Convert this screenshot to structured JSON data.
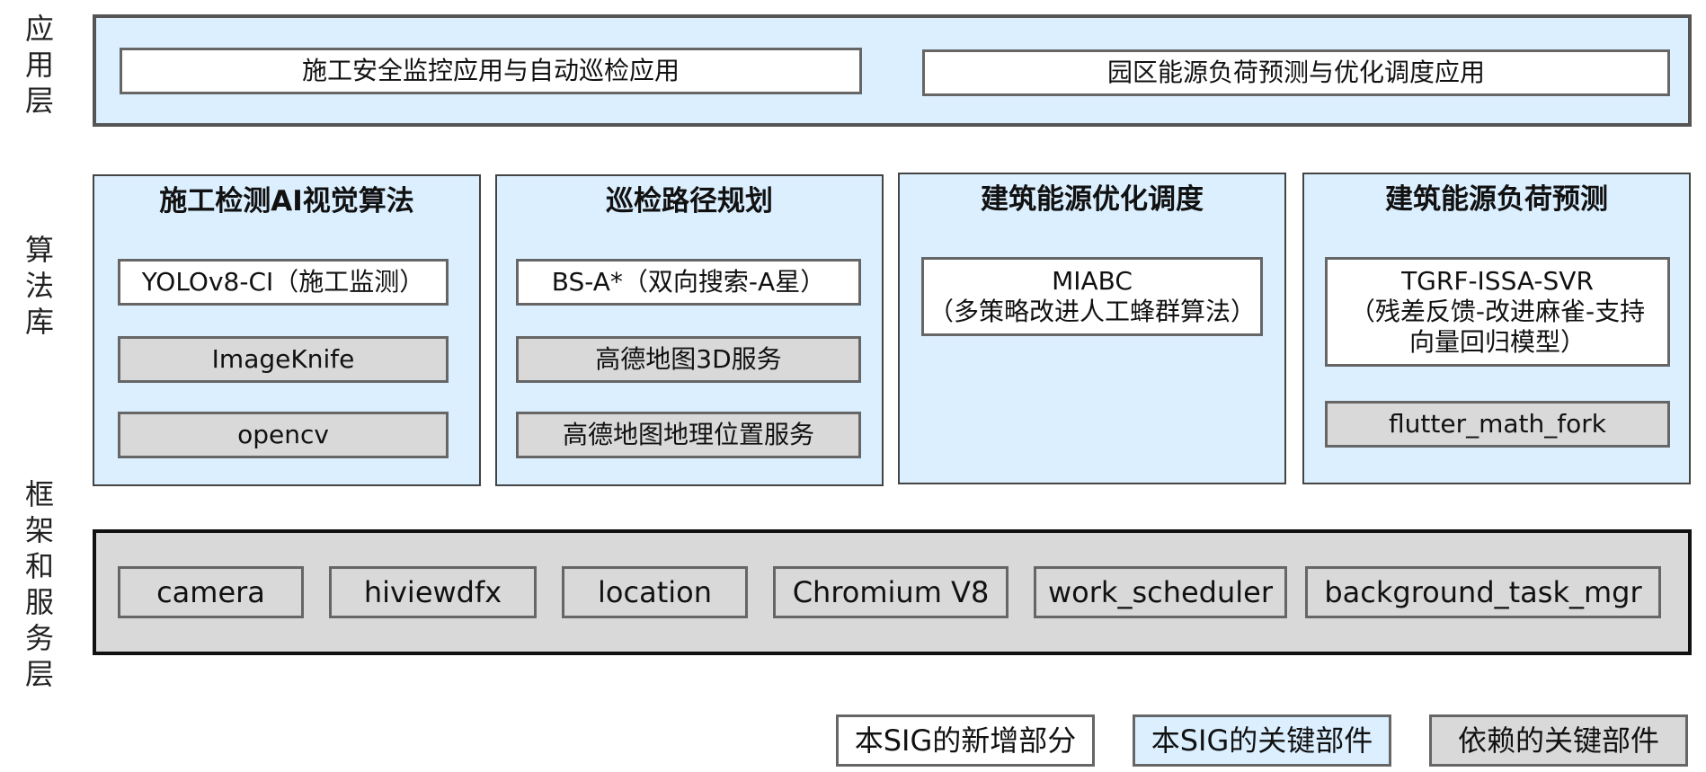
{
  "layers": {
    "app": "应\n用\n层",
    "algo": "算\n法\n库",
    "framework": "框\n架\n和\n服\n务\n层"
  },
  "app_layer": {
    "items": [
      "施工安全监控应用与自动巡检应用",
      "园区能源负荷预测与优化调度应用"
    ]
  },
  "algorithm_layer": {
    "panels": [
      {
        "title": "施工检测AI视觉算法",
        "items": [
          "YOLOv8-CI（施工监测）",
          "ImageKnife",
          "opencv"
        ]
      },
      {
        "title": "巡检路径规划",
        "items": [
          "BS-A*（双向搜索-A星）",
          "高德地图3D服务",
          "高德地图地理位置服务"
        ]
      },
      {
        "title": "建筑能源优化调度",
        "items": [
          "MIABC\n（多策略改进人工蜂群算法）"
        ]
      },
      {
        "title": "建筑能源负荷预测",
        "items": [
          "TGRF-ISSA-SVR\n（残差反馈-改进麻雀-支持\n向量回归模型）",
          "flutter_math_fork"
        ]
      }
    ]
  },
  "framework_layer": {
    "items": [
      "camera",
      "hiviewdfx",
      "location",
      "Chromium V8",
      "work_scheduler",
      "background_task_mgr"
    ]
  },
  "legend": {
    "new": "本SIG的新增部分",
    "key": "本SIG的关键部件",
    "dep": "依赖的关键部件"
  },
  "colors": {
    "key_fill": "#dbefff",
    "dependency_fill": "#d9d9d9",
    "new_fill": "#ffffff",
    "border": "#555555"
  }
}
